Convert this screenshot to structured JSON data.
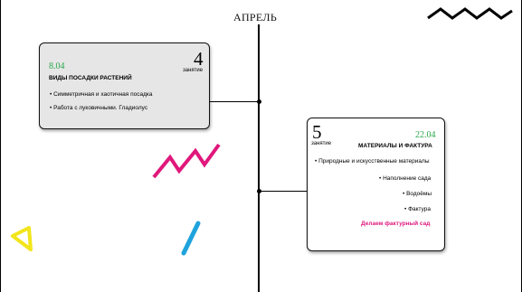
{
  "timeline": {
    "month": "АПРЕЛЬ"
  },
  "lessons": [
    {
      "date": "8.04",
      "number": "4",
      "number_label": "занятие",
      "title": "ВИДЫ ПОСАДКИ РАСТЕНИЙ",
      "items": [
        "• Симметричная и хаотичная посадка",
        "• Работа с луковичными. Гладиолус"
      ]
    },
    {
      "date": "22.04",
      "number": "5",
      "number_label": "занятие",
      "title": "МАТЕРИАЛЫ И ФАКТУРА",
      "items": [
        "• Природные и искусственные материалы",
        "• Наполнение сада",
        "• Водоёмы",
        "• Фактура"
      ],
      "highlight": "Делаем фактурный сад"
    }
  ],
  "colors": {
    "date": "#2aa84a",
    "highlight": "#e0187c",
    "card_gray": "#e6e6e6",
    "deco_magenta": "#e0187c",
    "deco_blue": "#1fa3dc",
    "deco_yellow": "#f2e51b"
  },
  "decorations": [
    "zigzag-black",
    "zigzag-magenta",
    "line-blue",
    "triangle-yellow"
  ]
}
